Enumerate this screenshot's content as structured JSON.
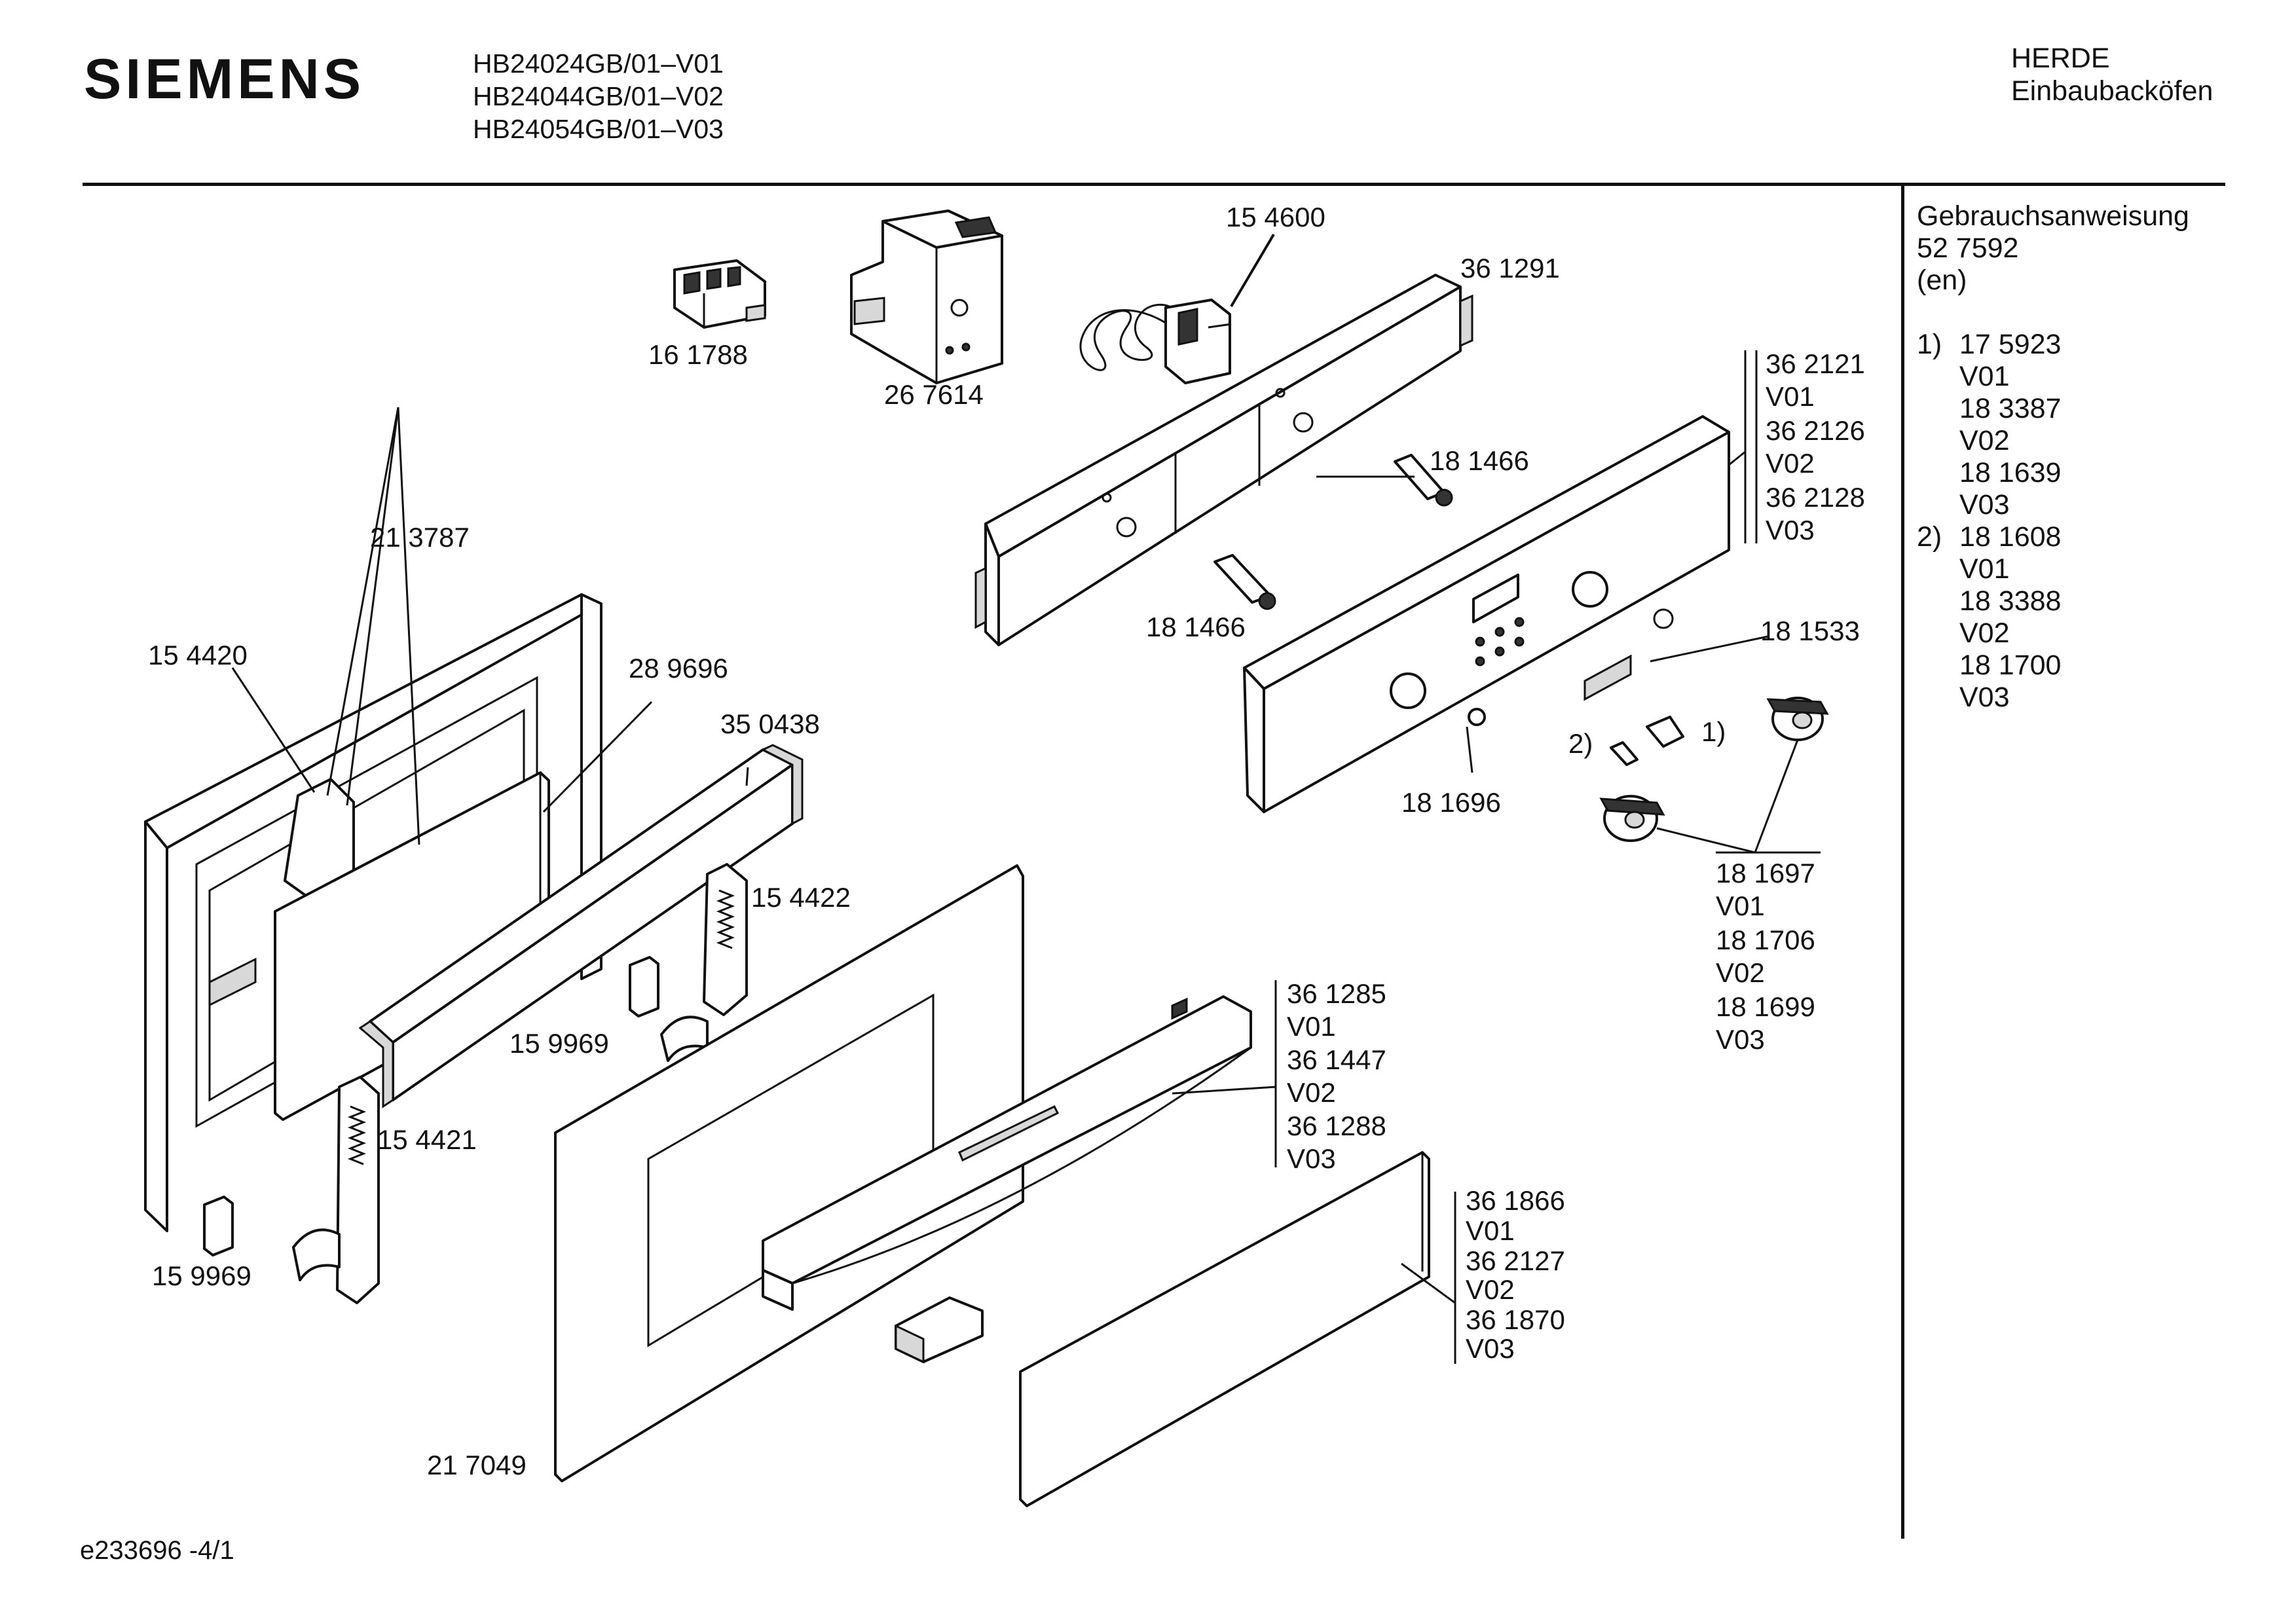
{
  "header": {
    "brand": "SIEMENS",
    "models": [
      "HB24024GB/01–V01",
      "HB24044GB/01–V02",
      "HB24054GB/01–V03"
    ],
    "category": [
      "HERDE",
      "Einbaubacköfen"
    ]
  },
  "sidebar": {
    "title": "Gebrauchsanweisung",
    "number": "52 7592",
    "lang": "(en)",
    "refs": [
      {
        "marker": "1)",
        "value": "17 5923"
      },
      {
        "marker": "",
        "value": "V01"
      },
      {
        "marker": "",
        "value": "18 3387"
      },
      {
        "marker": "",
        "value": "V02"
      },
      {
        "marker": "",
        "value": "18 1639"
      },
      {
        "marker": "",
        "value": "V03"
      },
      {
        "marker": "2)",
        "value": "18 1608"
      },
      {
        "marker": "",
        "value": "V01"
      },
      {
        "marker": "",
        "value": "18 3388"
      },
      {
        "marker": "",
        "value": "V02"
      },
      {
        "marker": "",
        "value": "18 1700"
      },
      {
        "marker": "",
        "value": "V03"
      }
    ]
  },
  "labels": {
    "p161788": "16 1788",
    "p267614": "26 7614",
    "p154600": "15 4600",
    "p361291": "36 1291",
    "p181466a": "18 1466",
    "p181466b": "18 1466",
    "p213787": "21 3787",
    "p154420": "15 4420",
    "p289696": "28 9696",
    "p350438": "35 0438",
    "p154422": "15 4422",
    "p159969a": "15 9969",
    "p154421": "15 4421",
    "p159969b": "15 9969",
    "p217049": "21 7049",
    "p181533": "18 1533",
    "p181696": "18 1696",
    "note1": "1)",
    "note2": "2)"
  },
  "groups": {
    "panel": [
      "36 2121",
      "V01",
      "36 2126",
      "V02",
      "36 2128",
      "V03"
    ],
    "knobs": [
      "18 1697",
      "V01",
      "18 1706",
      "V02",
      "18 1699",
      "V03"
    ],
    "handle": [
      "36 1285",
      "V01",
      "36 1447",
      "V02",
      "36 1288",
      "V03"
    ],
    "strip": [
      "36 1866",
      "V01",
      "36 2127",
      "V02",
      "36 1870",
      "V03"
    ]
  },
  "footer": "e233696  -4/1"
}
